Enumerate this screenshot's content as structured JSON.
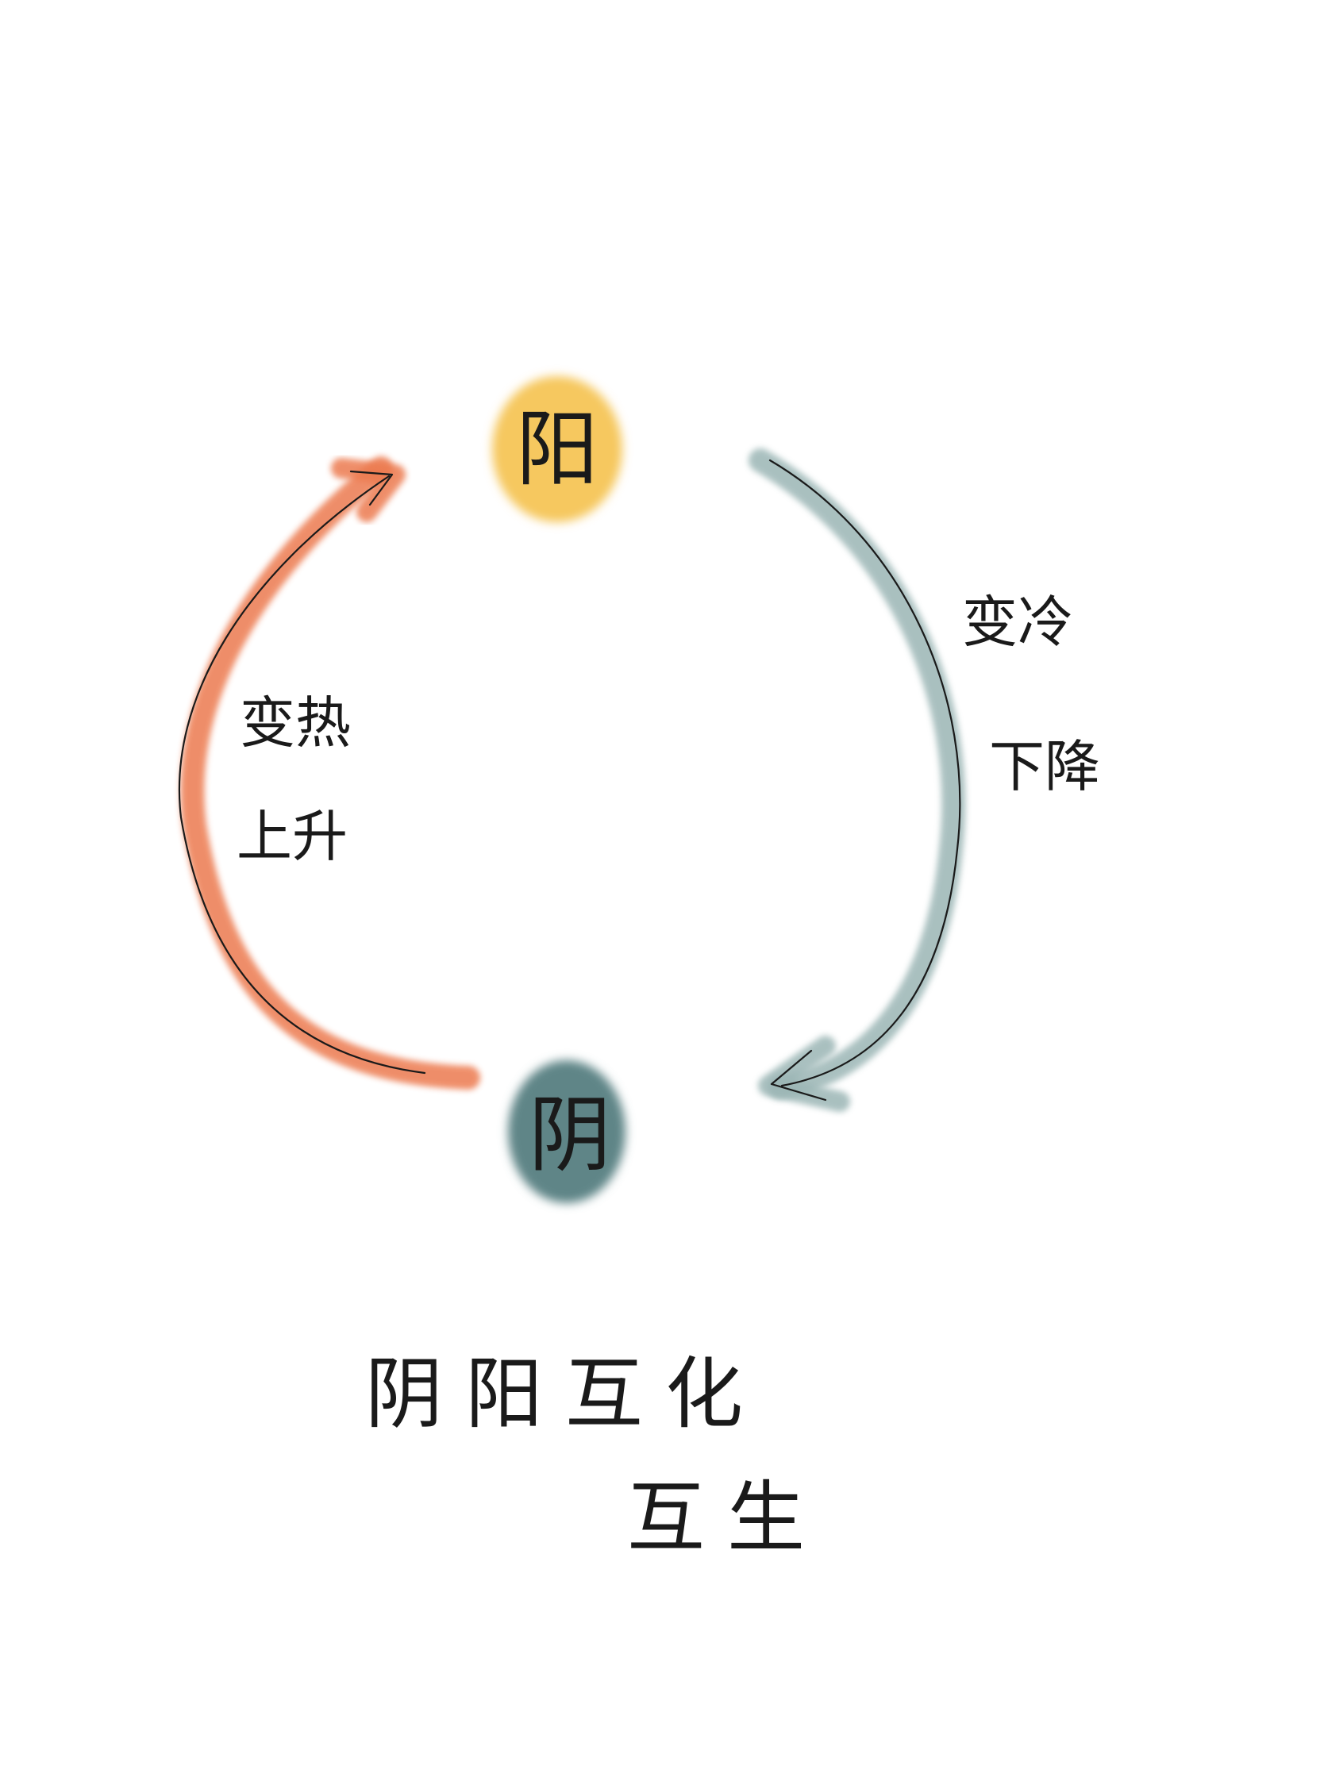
{
  "nodes": {
    "yang": {
      "label": "阳",
      "color": "#f6c85f"
    },
    "yin": {
      "label": "阴",
      "color": "#5e8587"
    }
  },
  "arcs": {
    "left": {
      "color": "#ec7a4f",
      "labels": [
        "变热",
        "上升"
      ]
    },
    "right": {
      "color": "#9bb6b5",
      "labels": [
        "变冷",
        "下降"
      ]
    }
  },
  "caption": {
    "line1": "阴阳互化",
    "line2": "互生"
  }
}
